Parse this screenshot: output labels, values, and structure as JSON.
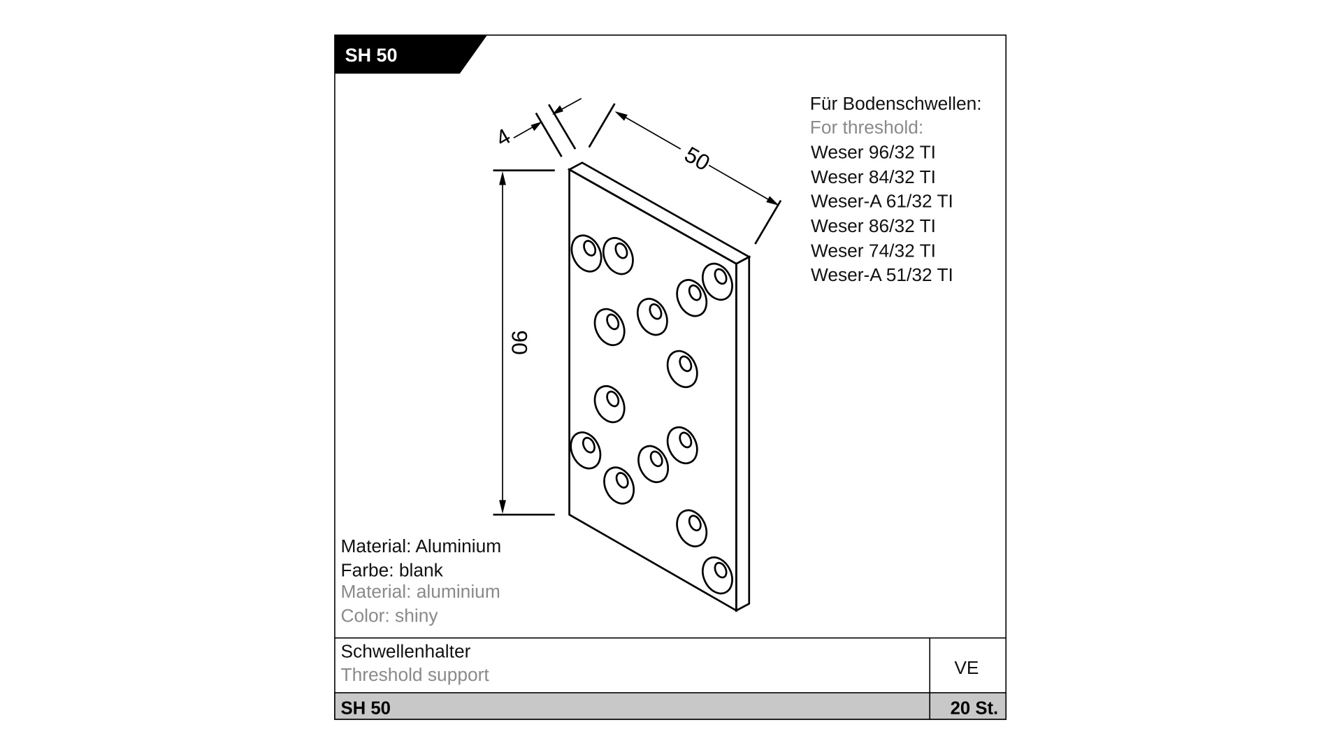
{
  "header": {
    "product_code": "SH 50"
  },
  "dimensions": {
    "thickness": "4",
    "width": "50",
    "height": "90"
  },
  "compatibility": {
    "title_de": "Für Bodenschwellen:",
    "title_en": "For threshold:",
    "items": [
      "Weser 96/32 TI",
      "Weser 84/32 TI",
      "Weser-A 61/32 TI",
      "Weser 86/32 TI",
      "Weser 74/32 TI",
      "Weser-A 51/32 TI"
    ]
  },
  "material": {
    "material_de": "Material: Aluminium",
    "color_de": "Farbe: blank",
    "material_en": "Material: aluminium",
    "color_en": "Color: shiny"
  },
  "footer": {
    "name_de": "Schwellenhalter",
    "name_en": "Threshold support",
    "unit_label": "VE",
    "code": "SH 50",
    "quantity": "20 St."
  },
  "colors": {
    "secondary_text": "#8a8a8a",
    "footer_bar": "#c8c8c8"
  }
}
